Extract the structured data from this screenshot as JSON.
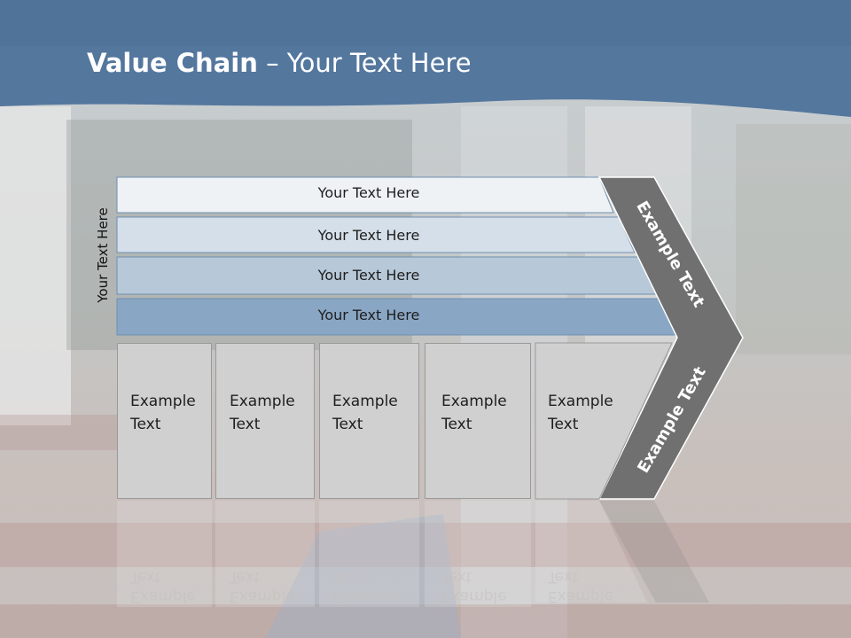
{
  "slide": {
    "title_bold": "Value Chain",
    "title_rest": " – Your Text Here",
    "vertical_label": "Your Text Here",
    "rows": [
      {
        "label": "Your Text Here"
      },
      {
        "label": "Your Text Here"
      },
      {
        "label": "Your Text Here"
      },
      {
        "label": "Your Text Here"
      }
    ],
    "boxes": [
      {
        "line1": "Example",
        "line2": "Text"
      },
      {
        "line1": "Example",
        "line2": "Text"
      },
      {
        "line1": "Example",
        "line2": "Text"
      },
      {
        "line1": "Example",
        "line2": "Text"
      },
      {
        "line1": "Example",
        "line2": "Text"
      }
    ],
    "chevron_top_label": "Example Text",
    "chevron_bottom_label": "Example Text"
  },
  "colors": {
    "header_blue": "#4f739c",
    "row_fills": [
      "#eff2f5",
      "#d5dfe9",
      "#b7c8d8",
      "#89a6c4"
    ],
    "box_fill": "#d0d0d0",
    "chevron_fill": "#707070"
  }
}
